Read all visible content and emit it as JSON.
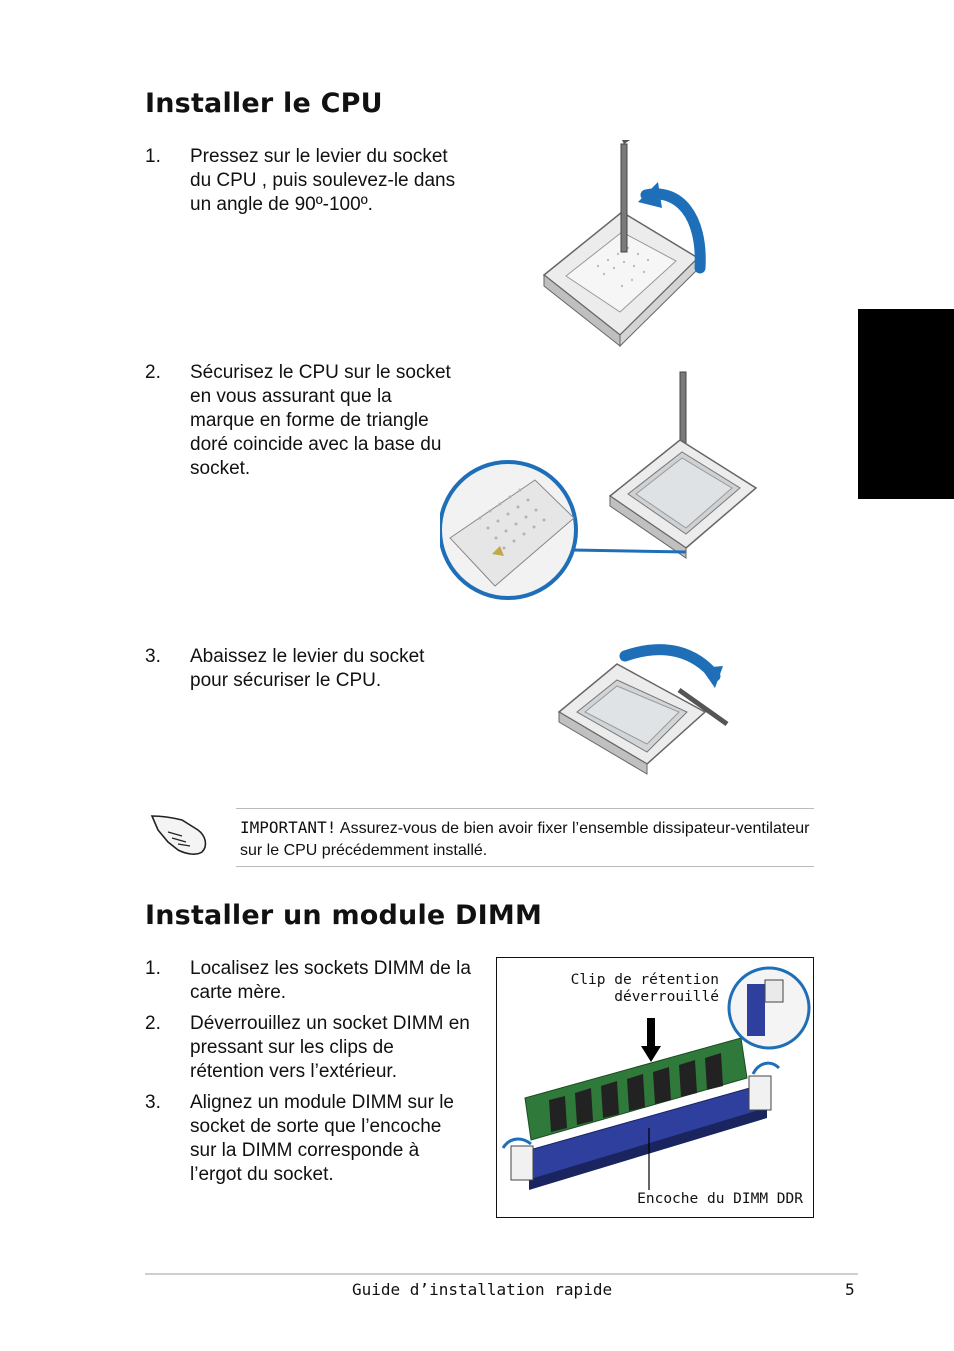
{
  "sections": {
    "cpu": {
      "title": "Installer le CPU",
      "steps": [
        {
          "num": "1.",
          "text": "Pressez sur le levier du socket\ndu CPU , puis soulevez-le dans\nun angle de 90º-100º."
        },
        {
          "num": "2.",
          "text": "Sécurisez le CPU sur le socket\nen vous assurant que la\nmarque en forme de triangle\ndoré coincide avec la base du\nsocket."
        },
        {
          "num": "3.",
          "text": "Abaissez le levier du socket\npour sécuriser le CPU."
        }
      ]
    },
    "dimm": {
      "title": "Installer un module DIMM",
      "steps": [
        {
          "num": "1.",
          "text": "Localisez les sockets DIMM de la\ncarte mère."
        },
        {
          "num": "2.",
          "text": "Déverrouillez un socket DIMM en\npressant sur les clips de\nrétention vers l’extérieur."
        },
        {
          "num": "3.",
          "text": "Alignez un module DIMM sur le\nsocket de sorte que l’encoche\nsur la DIMM corresponde à\nl’ergot du socket."
        }
      ],
      "figure_labels": {
        "clip": "Clip de rétention\ndéverrouillé",
        "notch": "Encoche du DIMM DDR"
      }
    }
  },
  "note": {
    "label": "IMPORTANT!",
    "text": " Assurez-vous de bien avoir fixer l’ensemble dissipateur-ventilateur sur le CPU précédemment installé."
  },
  "footer": {
    "title": "Guide d’installation rapide",
    "page": "5"
  },
  "colors": {
    "arrow_blue": "#1f6fb8",
    "side_tab": "#000000",
    "pcb_green": "#2f7a3a",
    "slot_blue": "#2e3f9e"
  }
}
